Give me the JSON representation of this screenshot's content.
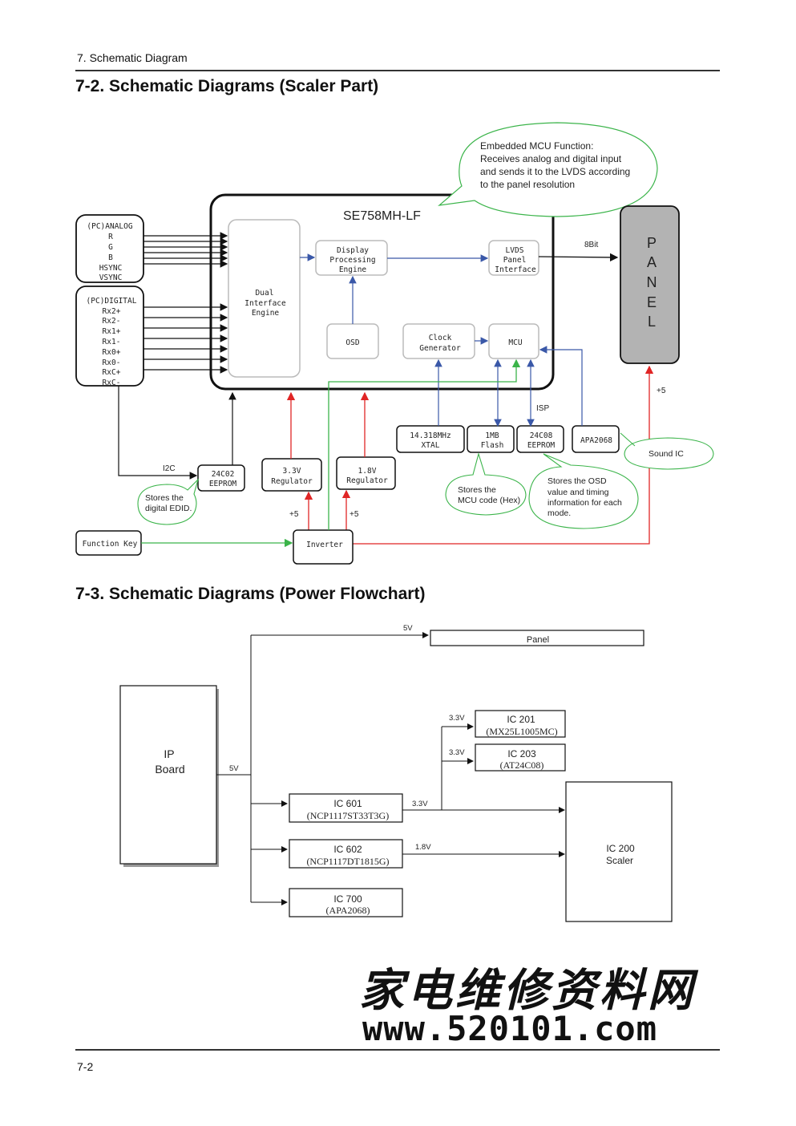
{
  "header": {
    "section": "7. Schematic Diagram",
    "page_number": "7-2"
  },
  "scaler": {
    "title": "7-2. Schematic Diagrams (Scaler Part)",
    "chip": "SE758MH-LF",
    "callout": [
      "Embedded MCU Function:",
      "Receives analog and digital input",
      "and sends it to the LVDS according",
      "to the panel resolution"
    ],
    "analog": [
      "(PC)ANALOG",
      "R",
      "G",
      "B",
      "HSYNC",
      "VSYNC"
    ],
    "digital": [
      "(PC)DIGITAL",
      "Rx2+",
      "Rx2-",
      "Rx1+",
      "Rx1-",
      "Rx0+",
      "Rx0-",
      "RxC+",
      "RxC-"
    ],
    "dual": [
      "Dual",
      "Interface",
      "Engine"
    ],
    "dpe": [
      "Display",
      "Processing",
      "Engine"
    ],
    "lvds": [
      "LVDS",
      "Panel",
      "Interface"
    ],
    "osd": "OSD",
    "clock": [
      "Clock",
      "Generator"
    ],
    "mcu": "MCU",
    "panel": [
      "P",
      "A",
      "N",
      "E",
      "L"
    ],
    "bit8": "8Bit",
    "plus5_panel": "+5",
    "isp": "ISP",
    "xtal": [
      "14.318MHz",
      "XTAL"
    ],
    "flash": [
      "1MB",
      "Flash"
    ],
    "eeprom08": [
      "24C08",
      "EEPROM"
    ],
    "apa": "APA2068",
    "sound": "Sound IC",
    "i2c": "I2C",
    "eeprom02": [
      "24C02",
      "EEPROM"
    ],
    "reg33": [
      "3.3V",
      "Regulator"
    ],
    "reg18": [
      "1.8V",
      "Regulator"
    ],
    "edid": [
      "Stores the",
      "digital EDID."
    ],
    "mcucode": [
      "Stores the",
      "MCU code (Hex)"
    ],
    "osdnote": [
      "Stores the OSD",
      "value and timing",
      "information for each",
      "mode."
    ],
    "plus5_a": "+5",
    "plus5_b": "+5",
    "funckey": "Function Key",
    "inverter": "Inverter"
  },
  "power": {
    "title": "7-3. Schematic Diagrams (Power Flowchart)",
    "ip": [
      "IP",
      "Board"
    ],
    "v5_top": "5V",
    "v5_side": "5V",
    "panel": "Panel",
    "ic201": [
      "IC 201",
      "(MX25L1005MC)"
    ],
    "ic203": [
      "IC 203",
      "(AT24C08)"
    ],
    "v33_a": "3.3V",
    "v33_b": "3.3V",
    "v33_c": "3.3V",
    "v18": "1.8V",
    "ic601": [
      "IC 601",
      "(NCP1117ST33T3G)"
    ],
    "ic602": [
      "IC 602",
      "(NCP1117DT1815G)"
    ],
    "ic700": [
      "IC 700",
      "(APA2068)"
    ],
    "ic200": [
      "IC 200",
      "Scaler"
    ]
  },
  "watermark": {
    "cn": "家电维修资料网",
    "url": "www.520101.com"
  },
  "colors": {
    "blue": "#3a58a8",
    "red": "#e02525",
    "green": "#3bb44a",
    "panel_fill": "#b3b3b3"
  }
}
